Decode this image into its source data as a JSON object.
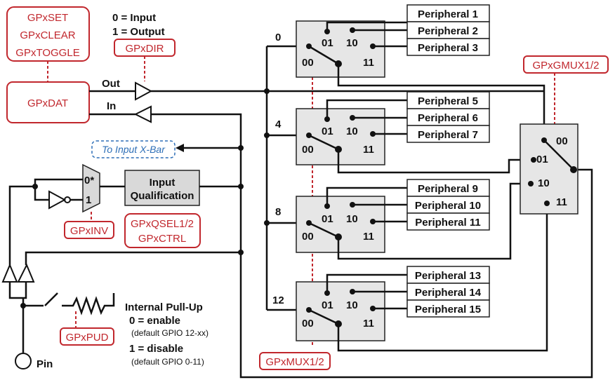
{
  "registers": {
    "set_lines": [
      "GPxSET",
      "GPxCLEAR",
      "GPxTOGGLE"
    ],
    "dat": "GPxDAT",
    "dir": "GPxDIR",
    "inv": "GPxINV",
    "qsel_lines": [
      "GPxQSEL1/2",
      "GPxCTRL"
    ],
    "pud": "GPxPUD",
    "mux": "GPxMUX1/2",
    "gmux": "GPxGMUX1/2"
  },
  "dir_legend": [
    "0 = Input",
    "1 = Output"
  ],
  "signals": {
    "out": "Out",
    "in": "In"
  },
  "xbar": "To Input X-Bar",
  "input_qual": [
    "Input",
    "Qualification"
  ],
  "inv_mux": {
    "in0": "0*",
    "in1": "1"
  },
  "pullup": {
    "title": "Internal Pull-Up",
    "enable": "0 = enable",
    "enable_note": "(default GPIO 12-xx)",
    "disable": "1 = disable",
    "disable_note": "(default GPIO 0-11)"
  },
  "pin": "Pin",
  "mux_inputs": [
    "00",
    "01",
    "10",
    "11"
  ],
  "groups": [
    {
      "index": "0",
      "peripherals": [
        "Peripheral 1",
        "Peripheral 2",
        "Peripheral 3"
      ]
    },
    {
      "index": "4",
      "peripherals": [
        "Peripheral 5",
        "Peripheral 6",
        "Peripheral 7"
      ]
    },
    {
      "index": "8",
      "peripherals": [
        "Peripheral 9",
        "Peripheral 10",
        "Peripheral 11"
      ]
    },
    {
      "index": "12",
      "peripherals": [
        "Peripheral 13",
        "Peripheral 14",
        "Peripheral 15"
      ]
    }
  ]
}
